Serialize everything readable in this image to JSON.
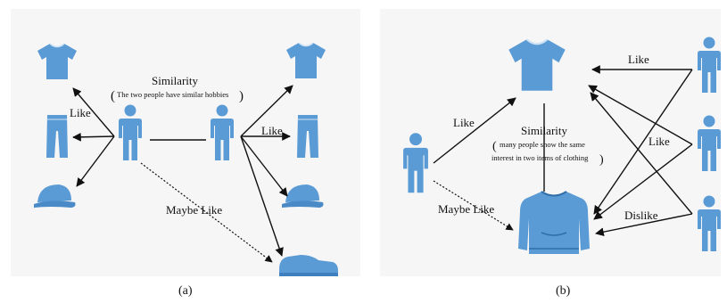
{
  "panel_a": {
    "similarity_title": "Similarity",
    "similarity_note": "The two people have similar hobbies",
    "like_left": "Like",
    "like_right": "Like",
    "maybe_like": "Maybe Like",
    "caption": "(a)"
  },
  "panel_b": {
    "similarity_title": "Similarity",
    "similarity_note_line1": "many people show the same",
    "similarity_note_line2": "interest in two items of clothing",
    "like_person": "Like",
    "like_top": "Like",
    "like_mid": "Like",
    "dislike": "Dislike",
    "maybe_like": "Maybe Like",
    "caption": "(b)"
  },
  "colors": {
    "icon_blue": "#5b9bd5",
    "icon_dark": "#2f6ea8",
    "arrow": "#111111"
  }
}
